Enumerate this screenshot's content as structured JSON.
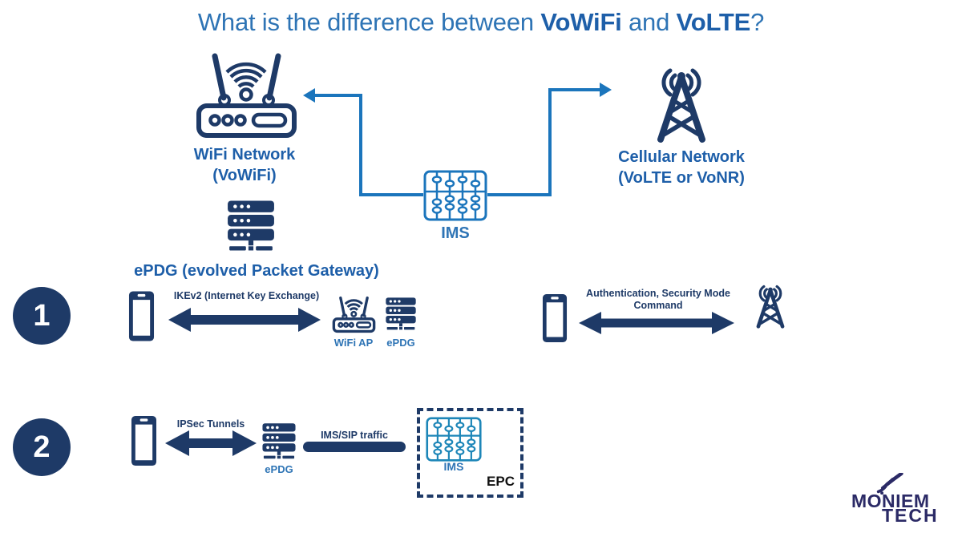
{
  "colors": {
    "navy_icons_arrows": "#1e3a67",
    "connector_light_blue": "#1b75bc",
    "title_blue": "#2e74b5",
    "title_bold_blue": "#1e5fa9",
    "network_label_blue": "#1e5fa9",
    "ims_icon_blue": "#1b75bc",
    "ims_epc_icon_blue": "#1d86b8",
    "epc_text": "#111111",
    "logo_navy": "#2b2a66",
    "background": "#ffffff"
  },
  "title": {
    "prefix": "What is the difference between ",
    "bold1": "VoWiFi",
    "middle": " and ",
    "bold2": "VoLTE",
    "suffix": "?"
  },
  "network_section": {
    "wifi": {
      "label_line1": "WiFi Network",
      "label_line2": "(VoWiFi)"
    },
    "cellular": {
      "label_line1": "Cellular Network",
      "label_line2": "(VoLTE or VoNR)"
    },
    "ims": {
      "label": "IMS"
    },
    "epdg": {
      "label": "ePDG (evolved Packet Gateway)"
    }
  },
  "step1": {
    "number": "1",
    "ike_label": "IKEv2 (Internet Key Exchange)",
    "wifi_ap_label": "WiFi AP",
    "epdg_label": "ePDG",
    "auth_label_line1": "Authentication, Security Mode",
    "auth_label_line2": "Command"
  },
  "step2": {
    "number": "2",
    "ipsec_label": "IPSec Tunnels",
    "epdg_label": "ePDG",
    "traffic_label": "IMS/SIP traffic",
    "ims_label": "IMS",
    "epc_label": "EPC"
  },
  "logo": {
    "line1": "MONIEM",
    "line2": "TECH"
  }
}
